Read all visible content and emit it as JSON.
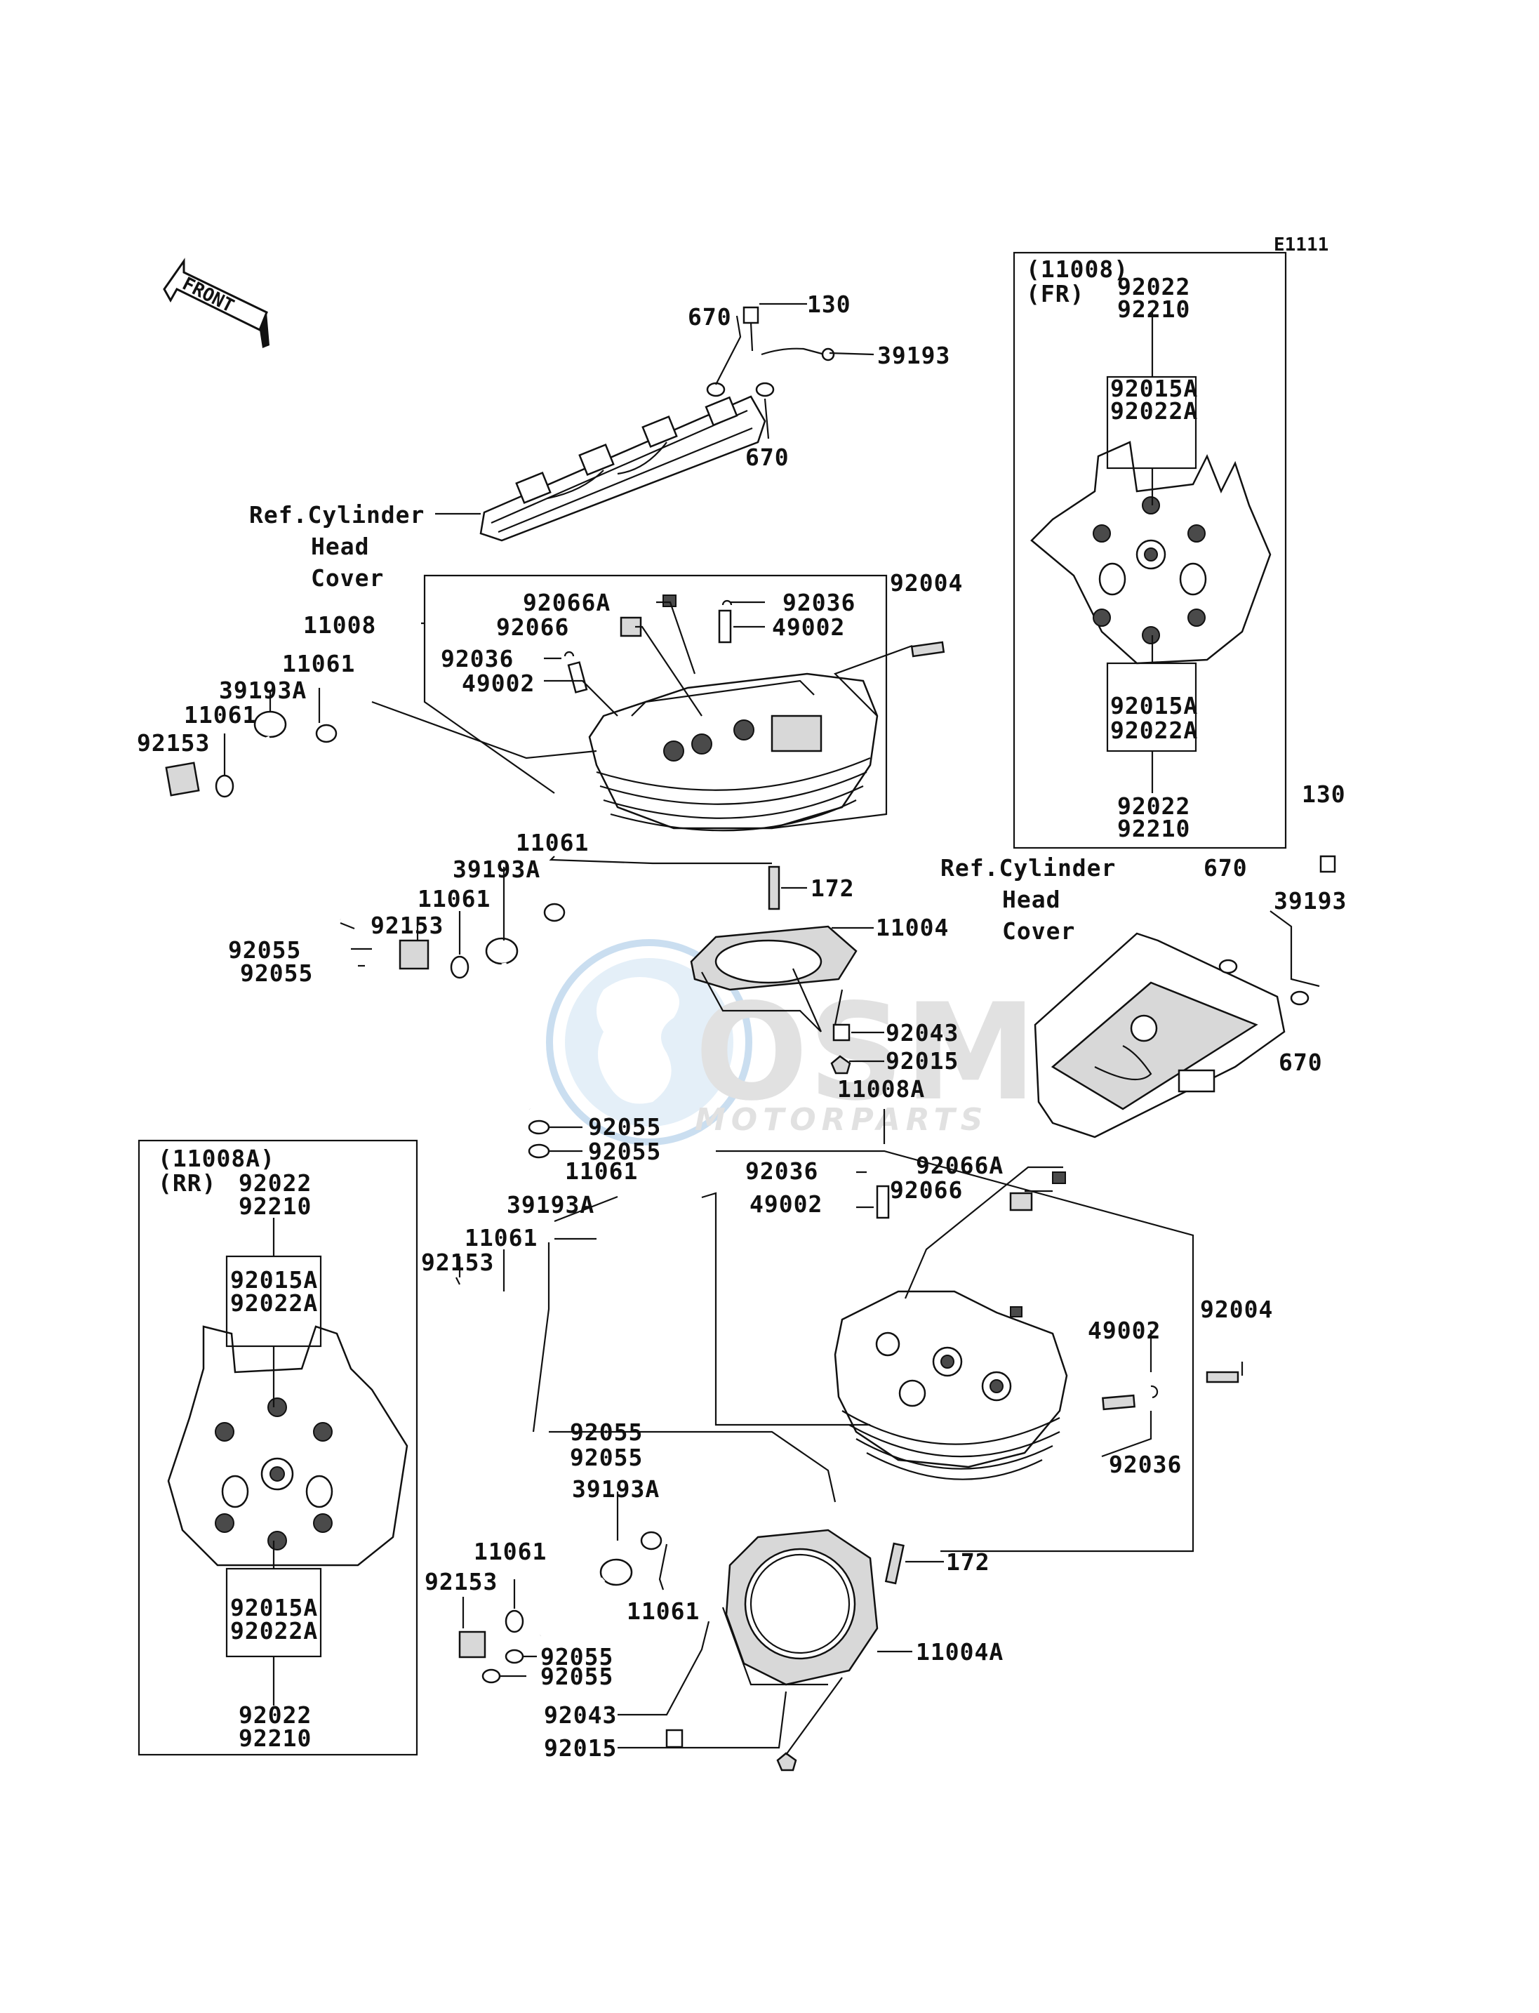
{
  "diagram_code": "E1111",
  "front_label": "FRONT",
  "watermark": {
    "brand": "OSM",
    "subtitle": "MOTORPARTS"
  },
  "ref_cylinder_head_cover": [
    "Ref.Cylinder",
    "Head",
    "Cover"
  ],
  "inset_front": {
    "title": "(11008)",
    "sub": "(FR)",
    "top": [
      "92022",
      "92210"
    ],
    "box_top": [
      "92015A",
      "92022A"
    ],
    "box_bottom": [
      "92015A",
      "92022A"
    ],
    "bottom": [
      "92022",
      "92210"
    ]
  },
  "inset_rear": {
    "title": "(11008A)",
    "sub": "(RR)",
    "top": [
      "92022",
      "92210"
    ],
    "box_top": [
      "92015A",
      "92022A"
    ],
    "box_bottom": [
      "92015A",
      "92022A"
    ],
    "bottom": [
      "92022",
      "92210"
    ]
  },
  "labels": {
    "p130_top": "130",
    "p670_a": "670",
    "p670_b": "670",
    "p39193_top": "39193",
    "p11008": "11008",
    "p92066A_a": "92066A",
    "p92036_a": "92036",
    "p92066_a": "92066",
    "p49002_a": "49002",
    "p92036_b": "92036",
    "p49002_b": "49002",
    "p92004_a": "92004",
    "p11061_a": "11061",
    "p39193A_a": "39193A",
    "p11061_b": "11061",
    "p92153_a": "92153",
    "p11061_c": "11061",
    "p39193A_b": "39193A",
    "p11061_d": "11061",
    "p92153_b": "92153",
    "p92055_a": "92055",
    "p92055_b": "92055",
    "p172_a": "172",
    "p11004": "11004",
    "p92043_a": "92043",
    "p92015_a": "92015",
    "p11008A": "11008A",
    "p92055_c": "92055",
    "p92055_d": "92055",
    "p130_right": "130",
    "p670_c": "670",
    "p39193_right": "39193",
    "p670_d": "670",
    "p92036_c": "92036",
    "p92066A_b": "92066A",
    "p49002_c": "49002",
    "p92066_b": "92066",
    "p11061_e": "11061",
    "p39193A_c": "39193A",
    "p11061_f": "11061",
    "p92153_c": "92153",
    "p92055_e": "92055",
    "p92055_f": "92055",
    "p49002_d": "49002",
    "p92004_b": "92004",
    "p92036_d": "92036",
    "p39193A_d": "39193A",
    "p11061_g": "11061",
    "p11061_h": "11061",
    "p92153_d": "92153",
    "p92055_g": "92055",
    "p92055_h": "92055",
    "p172_b": "172",
    "p11004A": "11004A",
    "p92043_b": "92043",
    "p92015_b": "92015"
  },
  "colors": {
    "line": "#111111",
    "watermark_blue": "#9fc4e4",
    "watermark_grey": "#c9c9c9"
  }
}
